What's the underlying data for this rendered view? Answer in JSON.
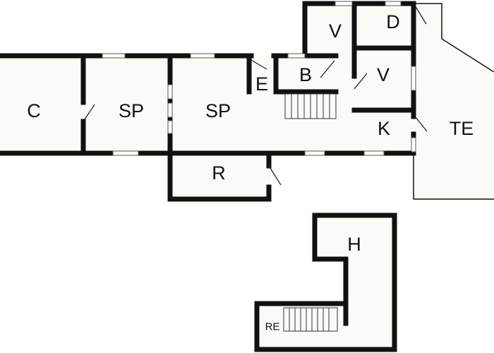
{
  "floor_plan": {
    "rooms": [
      {
        "id": "c",
        "label": "C"
      },
      {
        "id": "sp1",
        "label": "SP"
      },
      {
        "id": "sp2",
        "label": "SP"
      },
      {
        "id": "e",
        "label": "E"
      },
      {
        "id": "b",
        "label": "B"
      },
      {
        "id": "v-top",
        "label": "V"
      },
      {
        "id": "d",
        "label": "D"
      },
      {
        "id": "v-mid",
        "label": "V"
      },
      {
        "id": "k",
        "label": "K"
      },
      {
        "id": "te",
        "label": "TE"
      },
      {
        "id": "r",
        "label": "R"
      },
      {
        "id": "h",
        "label": "H"
      },
      {
        "id": "re",
        "label": "RE"
      }
    ],
    "colors": {
      "wall": "#111111",
      "floor": "#fafaf6",
      "background": "#ffffff"
    }
  }
}
